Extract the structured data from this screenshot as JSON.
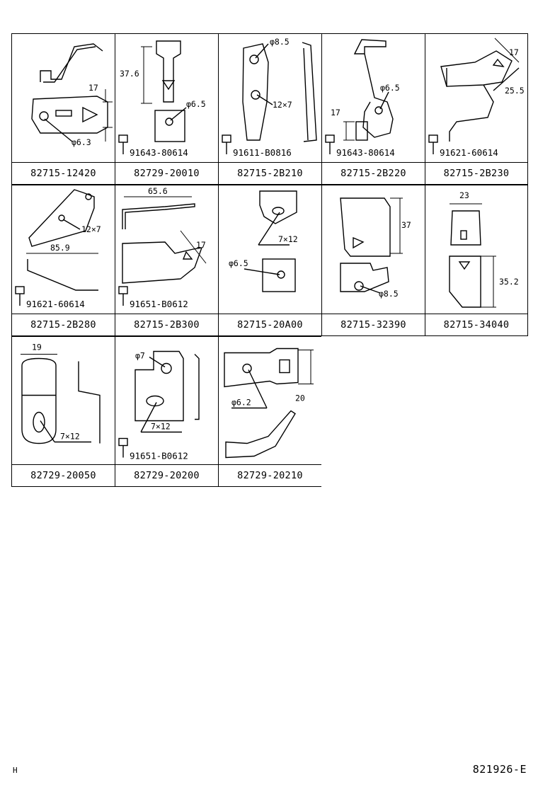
{
  "cells": [
    {
      "part_no": "82715-12420",
      "dims": [
        "17",
        "φ6.3"
      ],
      "bolt": ""
    },
    {
      "part_no": "82729-20010",
      "dims": [
        "37.6",
        "φ6.5"
      ],
      "bolt": "91643-80614"
    },
    {
      "part_no": "82715-2B210",
      "dims": [
        "φ8.5",
        "12×7"
      ],
      "bolt": "91611-B0816"
    },
    {
      "part_no": "82715-2B220",
      "dims": [
        "φ6.5",
        "17"
      ],
      "bolt": "91643-80614"
    },
    {
      "part_no": "82715-2B230",
      "dims": [
        "17",
        "25.5"
      ],
      "bolt": "91621-60614"
    },
    {
      "part_no": "82715-2B280",
      "dims": [
        "12×7",
        "85.9"
      ],
      "bolt": "91621-60614"
    },
    {
      "part_no": "82715-2B300",
      "dims": [
        "65.6",
        "17"
      ],
      "bolt": "91651-B0612"
    },
    {
      "part_no": "82715-20A00",
      "dims": [
        "7×12",
        "φ6.5"
      ],
      "bolt": ""
    },
    {
      "part_no": "82715-32390",
      "dims": [
        "37",
        "φ8.5"
      ],
      "bolt": ""
    },
    {
      "part_no": "82715-34040",
      "dims": [
        "23",
        "35.2"
      ],
      "bolt": ""
    },
    {
      "part_no": "82729-20050",
      "dims": [
        "19",
        "7×12"
      ],
      "bolt": ""
    },
    {
      "part_no": "82729-20200",
      "dims": [
        "φ7",
        "7×12"
      ],
      "bolt": "91651-B0612"
    },
    {
      "part_no": "82729-20210",
      "dims": [
        "φ6.2",
        "20"
      ],
      "bolt": ""
    }
  ],
  "footer": {
    "left": "H",
    "right": "821926-E"
  }
}
